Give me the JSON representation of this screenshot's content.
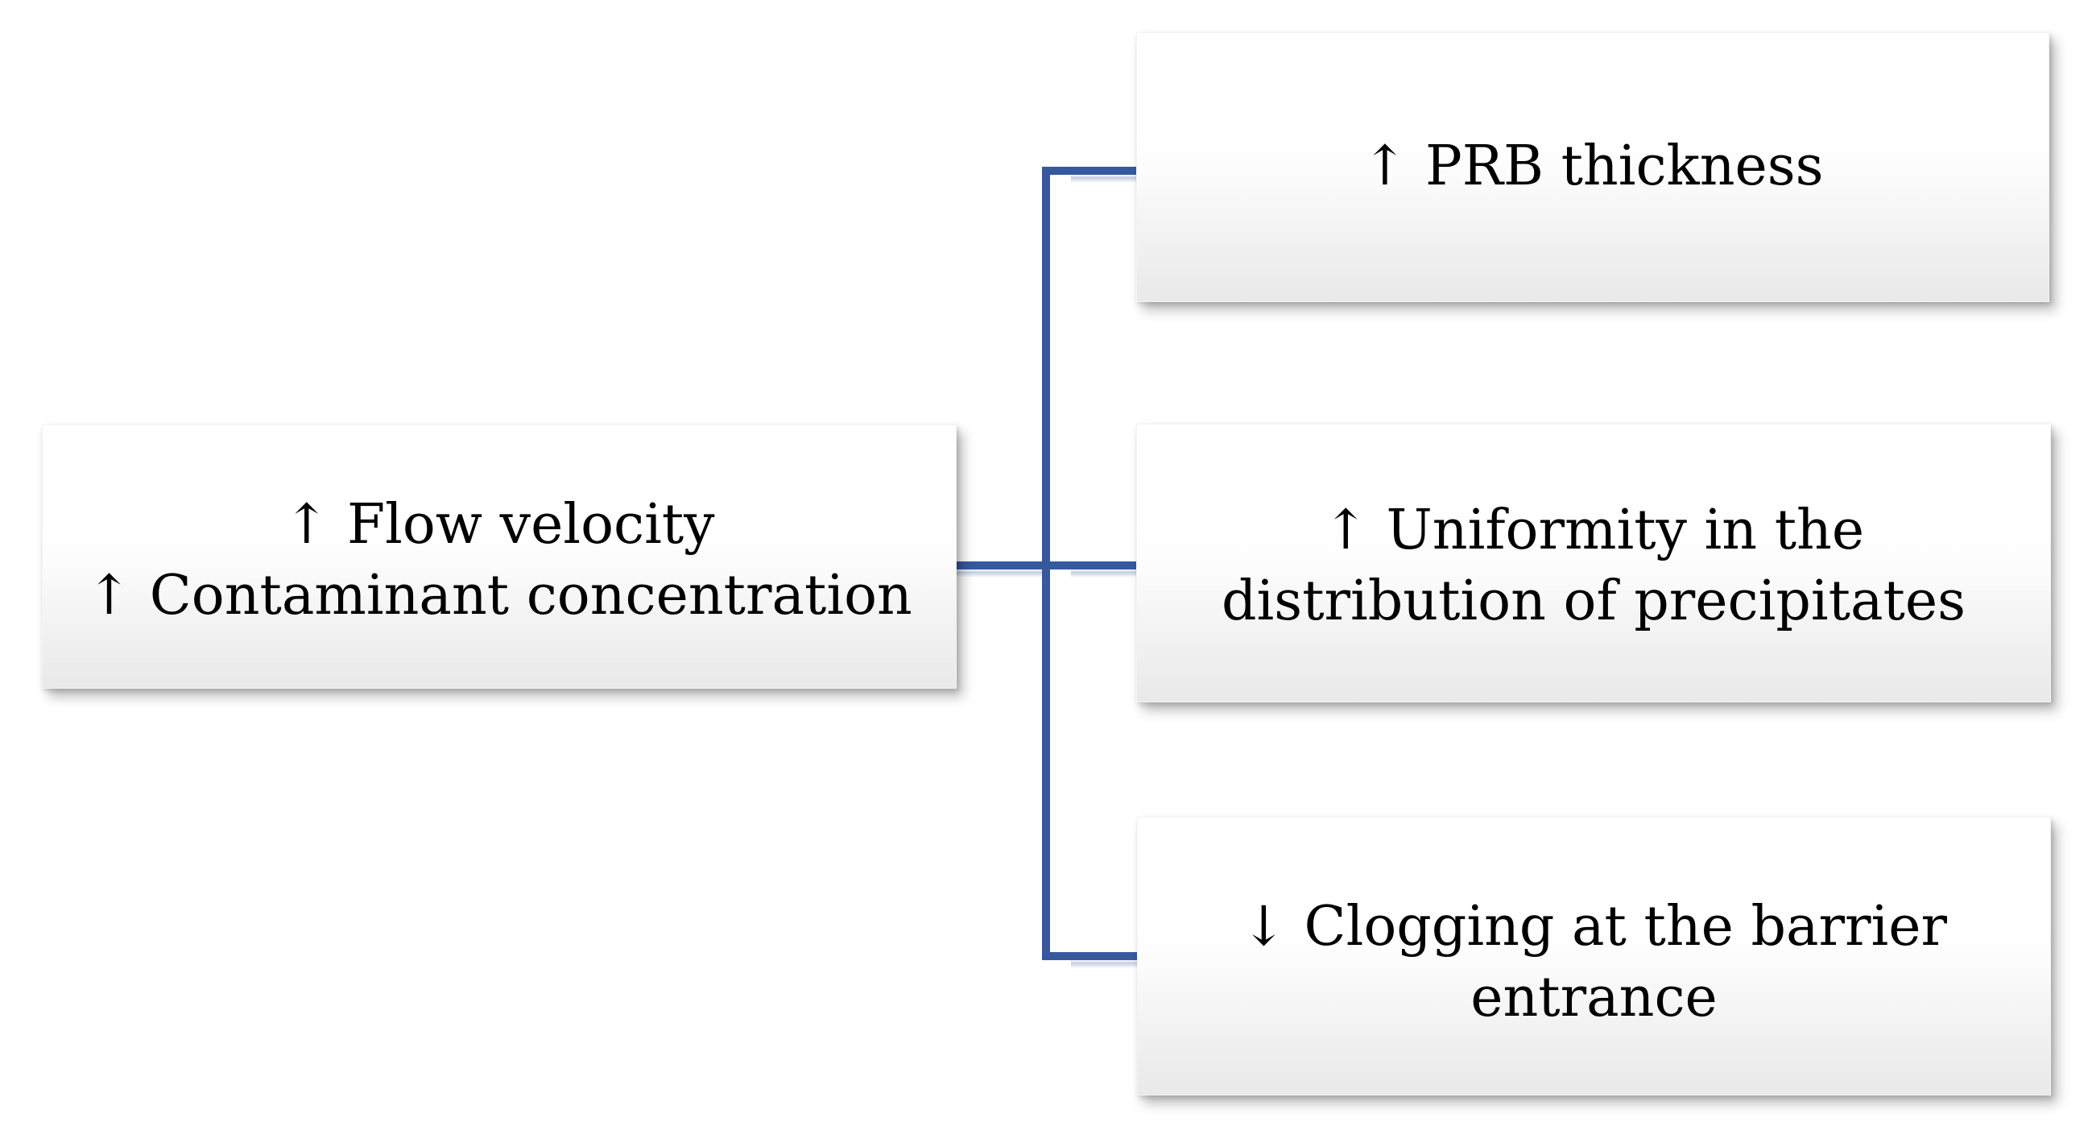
{
  "diagram": {
    "type": "cause-effect-tree",
    "orientation": "left-to-right",
    "accent_color": "#36599E",
    "box_fill_top": "#ffffff",
    "box_fill_bottom": "#e9e9e9",
    "text_color": "#000000",
    "arrow_up": "↑",
    "arrow_down": "↓",
    "source": {
      "id": "source",
      "lines": [
        "↑ Flow velocity",
        "↑ Contaminant concentration"
      ]
    },
    "outcomes": [
      {
        "id": "prb-thickness",
        "direction": "increase",
        "lines": [
          "↑ PRB thickness"
        ]
      },
      {
        "id": "uniformity-precipitates",
        "direction": "increase",
        "lines": [
          "↑ Uniformity in the",
          "distribution of precipitates"
        ]
      },
      {
        "id": "clogging-barrier-entrance",
        "direction": "decrease",
        "lines": [
          "↓ Clogging at the barrier",
          "entrance"
        ]
      }
    ],
    "connectors": {
      "trunk_label": "vertical-trunk",
      "branch_labels": [
        "branch-to-prb-thickness",
        "branch-to-uniformity",
        "branch-to-clogging"
      ],
      "stem_label": "stem-from-source"
    }
  }
}
